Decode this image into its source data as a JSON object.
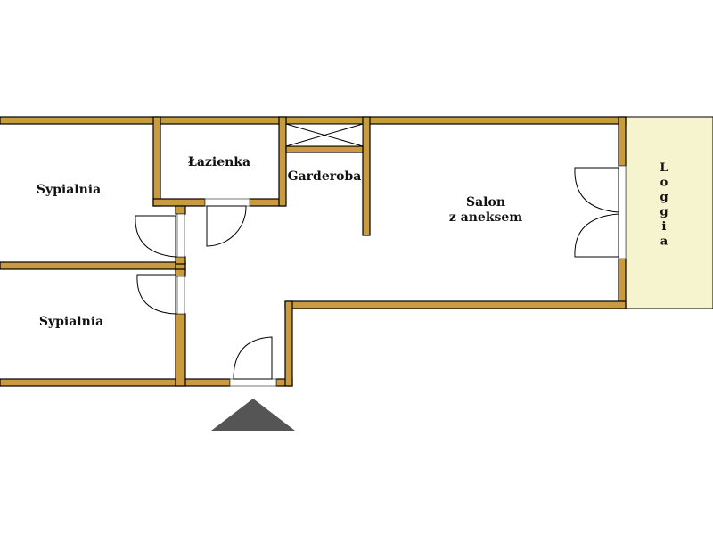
{
  "rooms": {
    "bedroom_1": "Sypialnia",
    "bedroom_2": "Sypialnia",
    "bathroom": "Łazienka",
    "wardrobe": "Garderoba",
    "living_line_1": "Salon",
    "living_line_2": "z aneksem",
    "loggia": "Loggia"
  },
  "colors": {
    "wall": "#c99a3e",
    "loggia_fill": "#f6f4cf",
    "entrance_marker": "#555555"
  }
}
